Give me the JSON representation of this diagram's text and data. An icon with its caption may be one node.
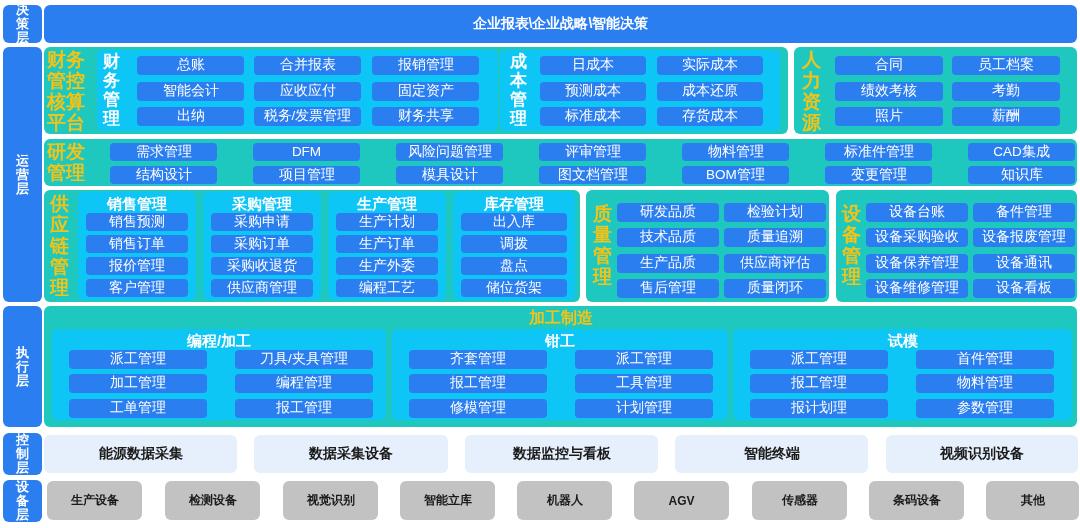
{
  "diagram": {
    "nodes": [
      {
        "text": [
          "决策层"
        ]
      },
      {
        "text": [
          "企业报表\\企业战略\\智能决策"
        ]
      },
      {
        "text": [
          "运营层"
        ]
      },
      {
        "text": [
          "财务管控核算平台"
        ]
      },
      {
        "text": [
          "财务管理"
        ],
        "in": 3
      },
      {
        "text": [
          "总账"
        ],
        "in": 4
      },
      {
        "text": [
          "合并报表"
        ],
        "in": 4
      },
      {
        "text": [
          "报销管理"
        ],
        "in": 4
      },
      {
        "text": [
          "智能会计"
        ],
        "in": 4
      },
      {
        "text": [
          "应收应付"
        ],
        "in": 4
      },
      {
        "text": [
          "固定资产"
        ],
        "in": 4
      },
      {
        "text": [
          "出纳"
        ],
        "in": 4
      },
      {
        "text": [
          "税务/发票管理"
        ],
        "in": 4
      },
      {
        "text": [
          "财务共享"
        ],
        "in": 4
      },
      {
        "text": [
          "成本管理"
        ],
        "in": 3
      },
      {
        "text": [
          "日成本"
        ],
        "in": 14
      },
      {
        "text": [
          "实际成本"
        ],
        "in": 14
      },
      {
        "text": [
          "预测成本"
        ],
        "in": 14
      },
      {
        "text": [
          "成本还原"
        ],
        "in": 14
      },
      {
        "text": [
          "标准成本"
        ],
        "in": 14
      },
      {
        "text": [
          "存货成本"
        ],
        "in": 14
      },
      {
        "text": [
          "人力资源"
        ]
      },
      {
        "text": [
          "合同"
        ],
        "in": 21
      },
      {
        "text": [
          "员工档案"
        ],
        "in": 21
      },
      {
        "text": [
          "绩效考核"
        ],
        "in": 21
      },
      {
        "text": [
          "考勤"
        ],
        "in": 21
      },
      {
        "text": [
          "照片"
        ],
        "in": 21
      },
      {
        "text": [
          "薪酬"
        ],
        "in": 21
      },
      {
        "text": [
          "研发管理"
        ]
      },
      {
        "text": [
          "需求管理"
        ],
        "in": 28
      },
      {
        "text": [
          "DFM"
        ],
        "in": 28
      },
      {
        "text": [
          "风险问题管理"
        ],
        "in": 28
      },
      {
        "text": [
          "评审管理"
        ],
        "in": 28
      },
      {
        "text": [
          "物料管理"
        ],
        "in": 28
      },
      {
        "text": [
          "标准件管理"
        ],
        "in": 28
      },
      {
        "text": [
          "CAD集成"
        ],
        "in": 28
      },
      {
        "text": [
          "结构设计"
        ],
        "in": 28
      },
      {
        "text": [
          "项目管理"
        ],
        "in": 28
      },
      {
        "text": [
          "模具设计"
        ],
        "in": 28
      },
      {
        "text": [
          "图文档管理"
        ],
        "in": 28
      },
      {
        "text": [
          "BOM管理"
        ],
        "in": 28
      },
      {
        "text": [
          "变更管理"
        ],
        "in": 28
      },
      {
        "text": [
          "知识库"
        ],
        "in": 28
      },
      {
        "text": [
          "供应链管理"
        ]
      },
      {
        "text": [
          "销售管理"
        ],
        "in": 43
      },
      {
        "text": [
          "销售预测"
        ],
        "in": 44
      },
      {
        "text": [
          "销售订单"
        ],
        "in": 44
      },
      {
        "text": [
          "报价管理"
        ],
        "in": 44
      },
      {
        "text": [
          "客户管理"
        ],
        "in": 44
      },
      {
        "text": [
          "采购管理"
        ],
        "in": 43
      },
      {
        "text": [
          "采购申请"
        ],
        "in": 49
      },
      {
        "text": [
          "采购订单"
        ],
        "in": 49
      },
      {
        "text": [
          "采购收退货"
        ],
        "in": 49
      },
      {
        "text": [
          "供应商管理"
        ],
        "in": 49
      },
      {
        "text": [
          "生产管理"
        ],
        "in": 43
      },
      {
        "text": [
          "生产计划"
        ],
        "in": 54
      },
      {
        "text": [
          "生产订单"
        ],
        "in": 54
      },
      {
        "text": [
          "生产外委"
        ],
        "in": 54
      },
      {
        "text": [
          "编程工艺"
        ],
        "in": 54
      },
      {
        "text": [
          "库存管理"
        ],
        "in": 43
      },
      {
        "text": [
          "出入库"
        ],
        "in": 59
      },
      {
        "text": [
          "调拨"
        ],
        "in": 59
      },
      {
        "text": [
          "盘点"
        ],
        "in": 59
      },
      {
        "text": [
          "储位货架"
        ],
        "in": 59
      },
      {
        "text": [
          "质量管理"
        ]
      },
      {
        "text": [
          "研发品质"
        ],
        "in": 64
      },
      {
        "text": [
          "检验计划"
        ],
        "in": 64
      },
      {
        "text": [
          "技术品质"
        ],
        "in": 64
      },
      {
        "text": [
          "质量追溯"
        ],
        "in": 64
      },
      {
        "text": [
          "生产品质"
        ],
        "in": 64
      },
      {
        "text": [
          "供应商评估"
        ],
        "in": 64
      },
      {
        "text": [
          "售后管理"
        ],
        "in": 64
      },
      {
        "text": [
          "质量闭环"
        ],
        "in": 64
      },
      {
        "text": [
          "设备管理"
        ]
      },
      {
        "text": [
          "设备台账"
        ],
        "in": 73
      },
      {
        "text": [
          "备件管理"
        ],
        "in": 73
      },
      {
        "text": [
          "设备采购验收"
        ],
        "in": 73
      },
      {
        "text": [
          "设备报废管理"
        ],
        "in": 73
      },
      {
        "text": [
          "设备保养管理"
        ],
        "in": 73
      },
      {
        "text": [
          "设备通讯"
        ],
        "in": 73
      },
      {
        "text": [
          "设备维修管理"
        ],
        "in": 73
      },
      {
        "text": [
          "设备看板"
        ],
        "in": 73
      },
      {
        "text": [
          "执行层"
        ]
      },
      {
        "text": [
          "加工制造"
        ]
      },
      {
        "text": [
          "编程/加工"
        ],
        "in": 83
      },
      {
        "text": [
          "派工管理"
        ],
        "in": 84
      },
      {
        "text": [
          "刀具/夹具管理"
        ],
        "in": 84
      },
      {
        "text": [
          "加工管理"
        ],
        "in": 84
      },
      {
        "text": [
          "编程管理"
        ],
        "in": 84
      },
      {
        "text": [
          "工单管理"
        ],
        "in": 84
      },
      {
        "text": [
          "报工管理"
        ],
        "in": 84
      },
      {
        "text": [
          "钳工"
        ],
        "in": 83
      },
      {
        "text": [
          "齐套管理"
        ],
        "in": 91
      },
      {
        "text": [
          "派工管理"
        ],
        "in": 91
      },
      {
        "text": [
          "报工管理"
        ],
        "in": 91
      },
      {
        "text": [
          "工具管理"
        ],
        "in": 91
      },
      {
        "text": [
          "修模管理"
        ],
        "in": 91
      },
      {
        "text": [
          "计划管理"
        ],
        "in": 91
      },
      {
        "text": [
          "试模"
        ],
        "in": 83
      },
      {
        "text": [
          "派工管理"
        ],
        "in": 98
      },
      {
        "text": [
          "首件管理"
        ],
        "in": 98
      },
      {
        "text": [
          "报工管理"
        ],
        "in": 98
      },
      {
        "text": [
          "物料管理"
        ],
        "in": 98
      },
      {
        "text": [
          "报计划理"
        ],
        "in": 98
      },
      {
        "text": [
          "参数管理"
        ],
        "in": 98
      },
      {
        "text": [
          "控制层"
        ]
      },
      {
        "text": [
          "能源数据采集"
        ]
      },
      {
        "text": [
          "数据采集设备"
        ]
      },
      {
        "text": [
          "数据监控与看板"
        ]
      },
      {
        "text": [
          "智能终端"
        ]
      },
      {
        "text": [
          "视频识别设备"
        ]
      },
      {
        "text": [
          "设备层"
        ]
      },
      {
        "text": [
          "生产设备"
        ]
      },
      {
        "text": [
          "检测设备"
        ]
      },
      {
        "text": [
          "视觉识别"
        ]
      },
      {
        "text": [
          "智能立库"
        ]
      },
      {
        "text": [
          "机器人"
        ]
      },
      {
        "text": [
          "AGV"
        ]
      },
      {
        "text": [
          "传感器"
        ]
      },
      {
        "text": [
          "条码设备"
        ]
      },
      {
        "text": [
          "其他"
        ]
      }
    ]
  }
}
